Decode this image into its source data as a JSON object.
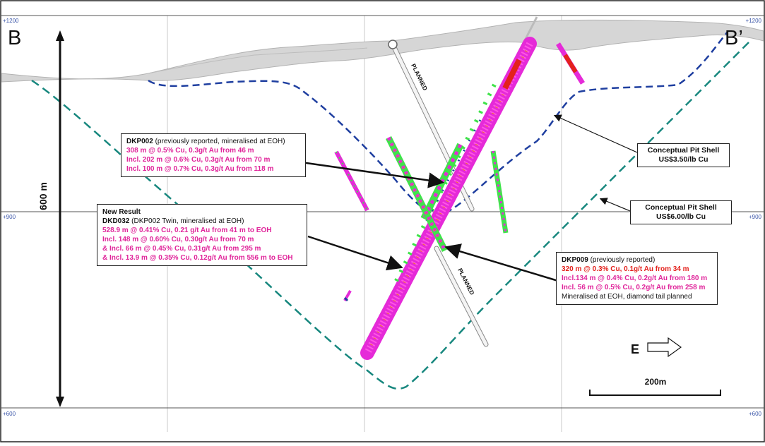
{
  "section": {
    "start_label": "B",
    "end_label": "B’"
  },
  "elevation_labels": [
    "+1200",
    "+900",
    "+600"
  ],
  "scale_vertical": "600 m",
  "scale_horizontal": "200m",
  "direction": {
    "label": "E",
    "icon": "arrow-right-icon"
  },
  "planned_label": "PLANNED",
  "colors": {
    "pit_350": "#1f3fa0",
    "pit_600": "#17877e",
    "drill_magenta": "#e52ad8",
    "drill_green": "#3fe34a",
    "highlight_red": "#e3211c",
    "elevation_blue": "#3a55a8"
  },
  "callouts": {
    "dkp002": {
      "title": "DKP002",
      "note": " (previously reported, mineralised at EOH)",
      "lines": [
        "308 m @ 0.5% Cu, 0.3g/t Au from 46 m",
        "Incl. 202 m @ 0.6% Cu, 0.3g/t Au from 70 m",
        "Incl. 100 m @ 0.7% Cu, 0.3g/t Au from 118 m"
      ]
    },
    "dkd032": {
      "heading": "New Result",
      "title": "DKD032",
      "note": " (DKP002 Twin, mineralised at EOH)",
      "lines": [
        "528.9 m @ 0.41% Cu, 0.21 g/t Au from 41 m to EOH",
        "Incl. 148 m @ 0.60% Cu, 0.30g/t Au from 70 m",
        "& Incl. 66 m @ 0.45% Cu, 0.31g/t Au from 295 m",
        "& Incl. 13.9 m @ 0.35% Cu, 0.12g/t Au from 556 m to EOH"
      ]
    },
    "dkp009": {
      "title": "DKP009",
      "note": " (previously reported)",
      "line_red": "320 m @ 0.3% Cu, 0.1g/t Au from 34 m",
      "lines": [
        "Incl.134 m @ 0.4% Cu, 0.2g/t Au from 180 m",
        "Incl. 56 m @ 0.5% Cu, 0.2g/t Au from 258 m"
      ],
      "footer": "Mineralised at EOH, diamond tail planned"
    }
  },
  "pit_shells": {
    "p350": {
      "title": "Conceptual Pit Shell",
      "price": "US$3.50/lb Cu"
    },
    "p600": {
      "title": "Conceptual Pit Shell",
      "price": "US$6.00/lb Cu"
    }
  }
}
